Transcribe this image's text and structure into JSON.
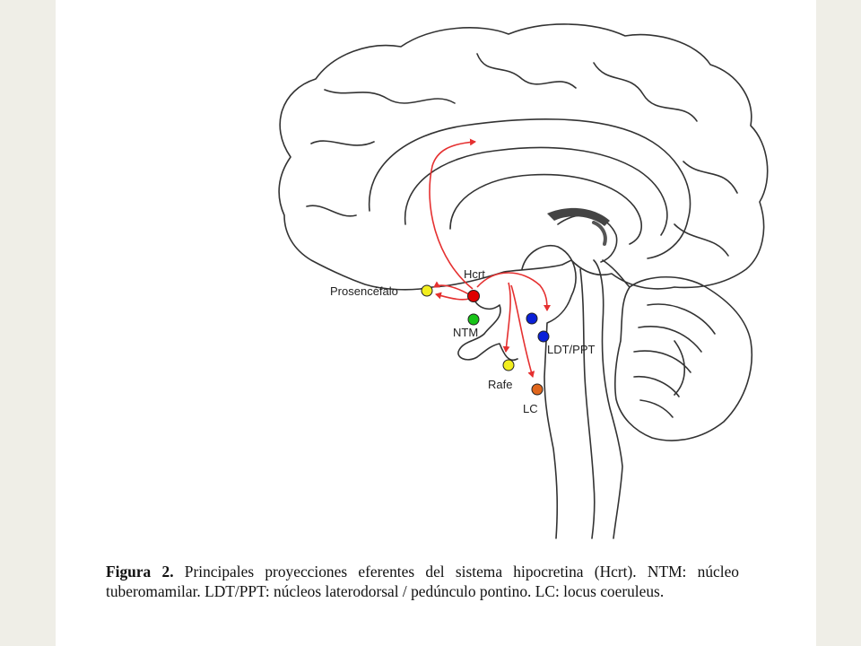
{
  "colors": {
    "background": "#efeee7",
    "slide": "#ffffff",
    "outline": "#333333",
    "arrow": "#e53030",
    "hcrt": "#e00000",
    "ntm": "#18c418",
    "prosencefalo": "#f2ee1e",
    "rafe": "#f2ee1e",
    "ldt_ppt": "#0a20d8",
    "lc": "#e0661c"
  },
  "diagram": {
    "labels": {
      "hcrt": "Hcrt",
      "prosencefalo": "Prosencéfalo",
      "ntm": "NTM",
      "ldt_ppt": "LDT/PPT",
      "rafe": "Rafe",
      "lc": "LC"
    }
  },
  "caption": {
    "figure_label": "Figura 2.",
    "text": " Principales proyecciones eferentes del sistema hipocretina (Hcrt). NTM: núcleo tuberomamilar. LDT/PPT: núcleos laterodorsal / pedúnculo pontino. LC: locus coeruleus."
  }
}
